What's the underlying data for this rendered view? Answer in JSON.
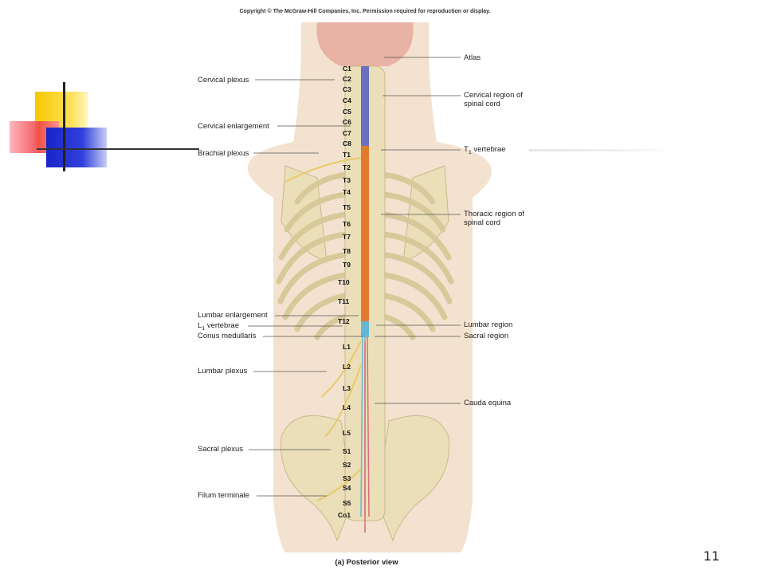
{
  "copyright": "Copyright © The McGraw-Hill Companies, Inc. Permission required for reproduction or display.",
  "caption": "(a) Posterior view",
  "page_number": "11",
  "left_labels": [
    {
      "key": "cervical-plexus",
      "text": "Cervical plexus"
    },
    {
      "key": "cervical-enlargement",
      "text": "Cervical enlargement"
    },
    {
      "key": "brachial-plexus",
      "text": "Brachial plexus"
    },
    {
      "key": "lumbar-enlargement",
      "text": "Lumbar enlargement"
    },
    {
      "key": "l1-vertebrae",
      "text": "L",
      "sub": "1",
      "rest": " vertebrae"
    },
    {
      "key": "conus-medullaris",
      "text": "Conus medullaris"
    },
    {
      "key": "lumbar-plexus",
      "text": "Lumbar plexus"
    },
    {
      "key": "sacral-plexus",
      "text": "Sacral plexus"
    },
    {
      "key": "filum-terminale",
      "text": "Filum terminale"
    }
  ],
  "right_labels": [
    {
      "key": "atlas",
      "line1": "Atlas",
      "line2": ""
    },
    {
      "key": "cervical-region",
      "line1": "Cervical region of",
      "line2": "spinal cord"
    },
    {
      "key": "t1-vertebrae",
      "line1": "T",
      "sub": "1",
      "rest": " vertebrae",
      "line2": ""
    },
    {
      "key": "thoracic-region",
      "line1": "Thoracic region of",
      "line2": "spinal cord"
    },
    {
      "key": "lumbar-region",
      "line1": "Lumbar region",
      "line2": ""
    },
    {
      "key": "sacral-region",
      "line1": "Sacral region",
      "line2": ""
    },
    {
      "key": "cauda-equina",
      "line1": "Cauda equina",
      "line2": ""
    }
  ],
  "vertebra_labels": [
    "C1",
    "C2",
    "C3",
    "C4",
    "C5",
    "C6",
    "C7",
    "C8",
    "T1",
    "T2",
    "T3",
    "T4",
    "T5",
    "T6",
    "T7",
    "T8",
    "T9",
    "T10",
    "T11",
    "T12",
    "L1",
    "L2",
    "L3",
    "L4",
    "L5",
    "S1",
    "S2",
    "S3",
    "S4",
    "S5",
    "Co1"
  ],
  "colors": {
    "bone": "#eadfb8",
    "bone_shade": "#c9b98a",
    "skin": "#f3e2cf",
    "brain": "#e8b2a4",
    "cord_cervical": "#6a6fc2",
    "cord_thoracic": "#e27a2c",
    "cord_lumbar": "#64b6d4",
    "cord_sacral": "#e06a78",
    "nerve": "#e9c96a"
  }
}
